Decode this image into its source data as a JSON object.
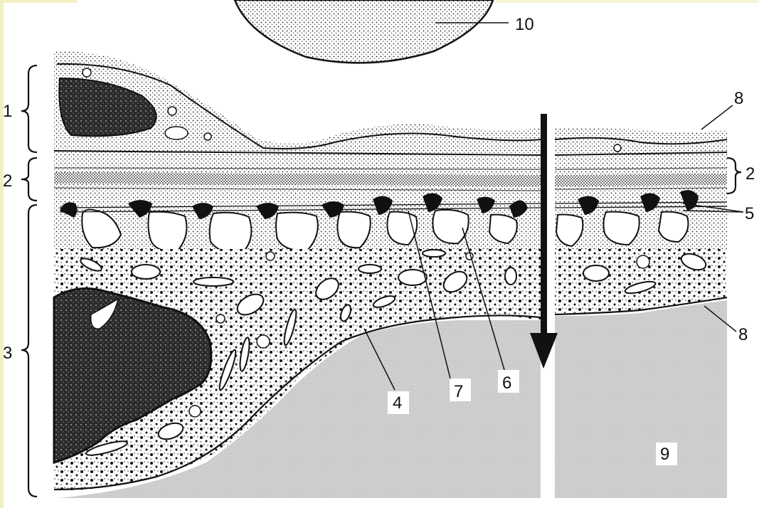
{
  "figure": {
    "labels": {
      "l1": "1",
      "l2_left": "2",
      "l2_right": "2",
      "l3": "3",
      "l4": "4",
      "l5": "5",
      "l6": "6",
      "l7": "7",
      "l8_top": "8",
      "l8_bottom": "8",
      "l9": "9",
      "l10": "10"
    },
    "colors": {
      "ink": "#111111",
      "stipple": "#2a2a2a",
      "plasma": "#c9c9c9",
      "frame": "#f1f0c2"
    }
  }
}
